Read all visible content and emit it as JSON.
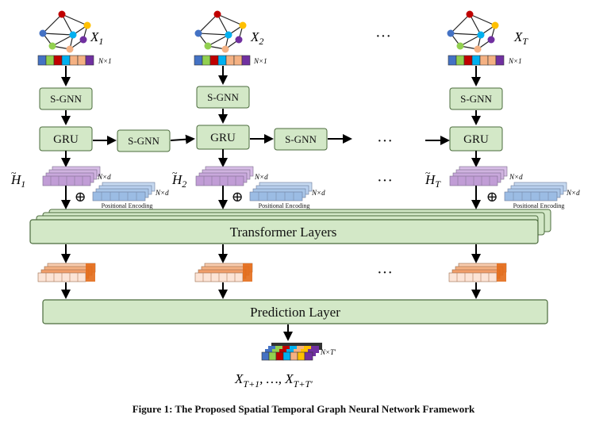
{
  "graphs": [
    {
      "label_main": "X",
      "label_sub": "1",
      "size_label": "N×1"
    },
    {
      "label_main": "X",
      "label_sub": "2",
      "size_label": "N×1"
    },
    {
      "label_main": "X",
      "label_sub": "T",
      "size_label": "N×1"
    }
  ],
  "ellipsis": "···",
  "sgnn_label": "S-GNN",
  "gru_label": "GRU",
  "hidden": [
    {
      "label_main": "H",
      "label_sub": "1",
      "size_label": "N×d"
    },
    {
      "label_main": "H",
      "label_sub": "2",
      "size_label": "N×d"
    },
    {
      "label_main": "H",
      "label_sub": "T",
      "size_label": "N×d"
    }
  ],
  "oplus": "⊕",
  "posenc": {
    "label": "Positional Encoding",
    "size_label": "N×d"
  },
  "transformer_label": "Transformer Layers",
  "prediction_label": "Prediction Layer",
  "output": {
    "size_label": "N×T′",
    "label": "X_{T+1}, …, X_{T+T′}"
  },
  "caption": "Figure 1: The Proposed Spatial Temporal Graph Neural Network Framework",
  "colors": {
    "box_fill": "#d3e8c7",
    "box_stroke": "#4b6b3c",
    "node_colors": [
      "#c00000",
      "#ffc000",
      "#00b0f0",
      "#7030a0",
      "#f4b183",
      "#92d050",
      "#4472c4"
    ],
    "vector_cells": [
      "#4472c4",
      "#92d050",
      "#c00000",
      "#00b0f0",
      "#f4b183",
      "#f4b183",
      "#7030a0"
    ],
    "hidden_fill": "#c9a8dc",
    "posenc_fill": "#a9c6e8",
    "transformer_out_fill": "#f4b183"
  }
}
